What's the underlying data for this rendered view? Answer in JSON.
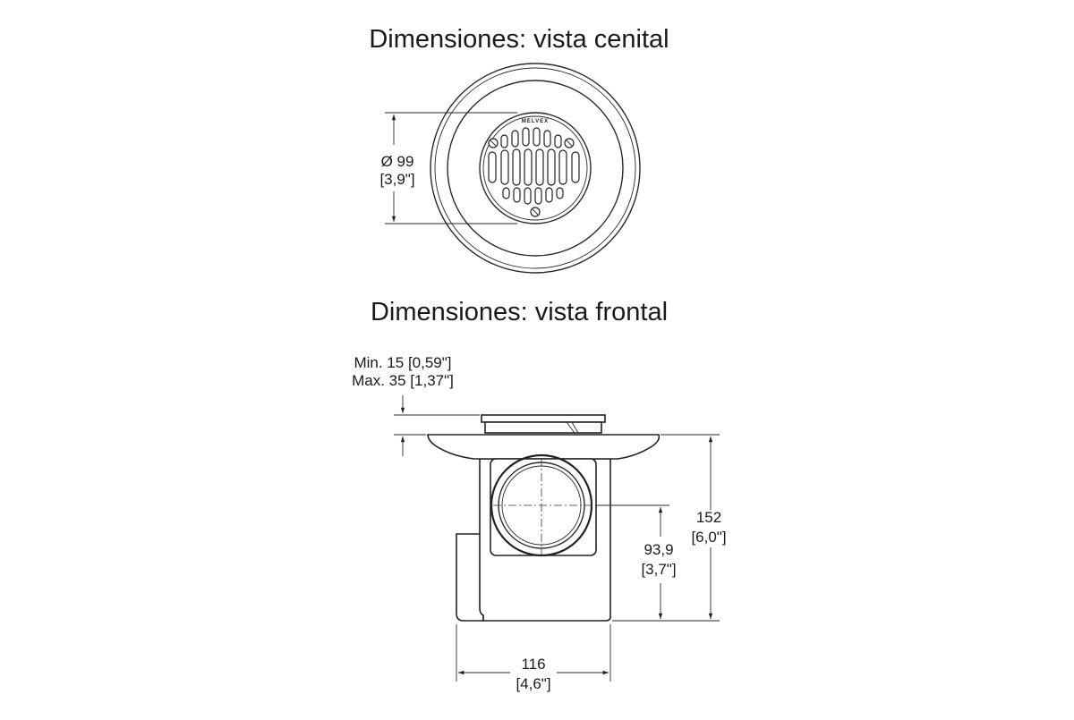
{
  "titles": {
    "top_view": "Dimensiones: vista cenital",
    "front_view": "Dimensiones: vista frontal"
  },
  "top_view": {
    "brand_mark": "MELVEX",
    "diameter": {
      "metric": "Ø 99",
      "imperial": "[3,9\"]"
    }
  },
  "front_view": {
    "flange_range": {
      "min": "Min. 15 [0,59\"]",
      "max": "Max. 35 [1,37\"]"
    },
    "height_total": {
      "metric": "152",
      "imperial": "[6,0\"]"
    },
    "outlet_height": {
      "metric": "93,9",
      "imperial": "[3,7\"]"
    },
    "width": {
      "metric": "116",
      "imperial": "[4,6\"]"
    }
  }
}
